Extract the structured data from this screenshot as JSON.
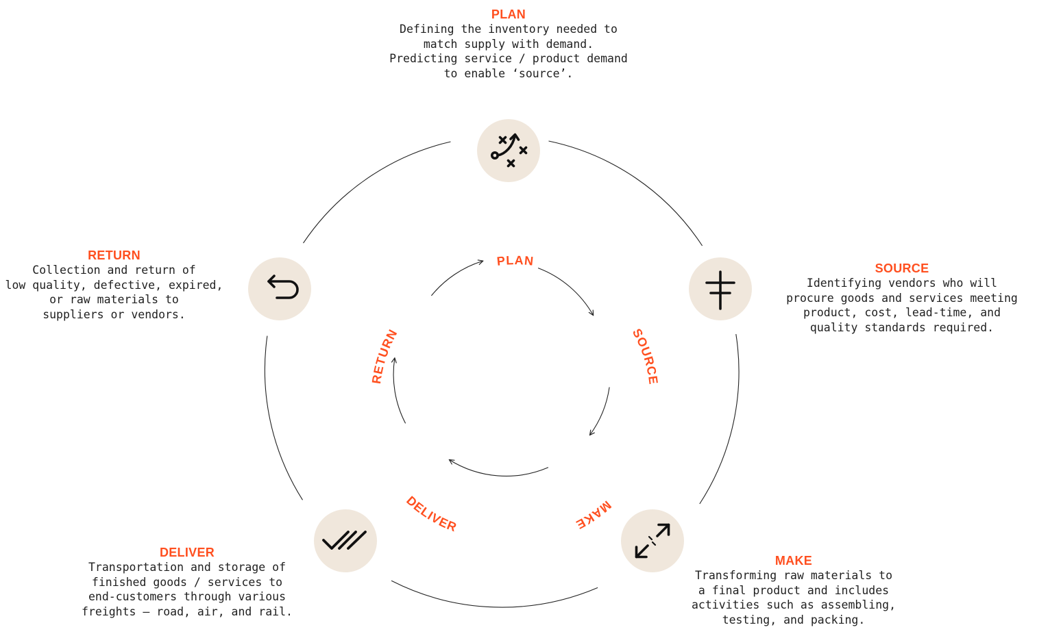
{
  "colors": {
    "accent": "#ff4f1f",
    "icon_bg": "#f0e7dc",
    "text": "#1f1f1f",
    "line": "#222222"
  },
  "cycle_labels": [
    "PLAN",
    "SOURCE",
    "MAKE",
    "DELIVER",
    "RETURN"
  ],
  "stages": {
    "plan": {
      "title": "PLAN",
      "icon": "strategy-play-icon",
      "lines": [
        "Defining the inventory needed to",
        "match supply with demand.",
        "Predicting service / product demand",
        "to enable ‘source’."
      ]
    },
    "source": {
      "title": "SOURCE",
      "icon": "plus-crossing-icon",
      "lines": [
        "Identifying vendors who will",
        "procure goods and services meeting",
        "product, cost, lead-time, and",
        "quality standards required."
      ]
    },
    "make": {
      "title": "MAKE",
      "icon": "expand-arrows-icon",
      "lines": [
        "Transforming raw materials to",
        "a final product and includes",
        "activities such as assembling,",
        "testing, and packing."
      ]
    },
    "deliver": {
      "title": "DELIVER",
      "icon": "double-check-icon",
      "lines": [
        "Transportation and storage of",
        "finished goods / services to",
        "end-customers through various",
        "freights – road, air, and rail."
      ]
    },
    "return": {
      "title": "RETURN",
      "icon": "undo-arrow-icon",
      "lines": [
        "Collection and return of",
        "low quality, defective, expired,",
        "or raw materials to",
        "suppliers or vendors."
      ]
    }
  }
}
